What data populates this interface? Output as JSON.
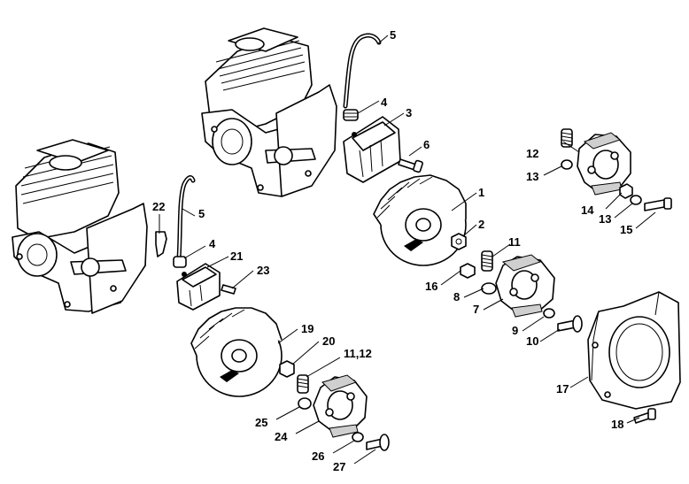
{
  "diagram": {
    "callouts": [
      {
        "id": "c5a",
        "text": "5"
      },
      {
        "id": "c4a",
        "text": "4"
      },
      {
        "id": "c3",
        "text": "3"
      },
      {
        "id": "c6",
        "text": "6"
      },
      {
        "id": "c1",
        "text": "1"
      },
      {
        "id": "c2",
        "text": "2"
      },
      {
        "id": "c11a",
        "text": "11"
      },
      {
        "id": "c16",
        "text": "16"
      },
      {
        "id": "c8",
        "text": "8"
      },
      {
        "id": "c7",
        "text": "7"
      },
      {
        "id": "c12a",
        "text": "12"
      },
      {
        "id": "c13a",
        "text": "13"
      },
      {
        "id": "c14",
        "text": "14"
      },
      {
        "id": "c13b",
        "text": "13"
      },
      {
        "id": "c15",
        "text": "15"
      },
      {
        "id": "c9",
        "text": "9"
      },
      {
        "id": "c10",
        "text": "10"
      },
      {
        "id": "c17",
        "text": "17"
      },
      {
        "id": "c18",
        "text": "18"
      },
      {
        "id": "c22",
        "text": "22"
      },
      {
        "id": "c5b",
        "text": "5"
      },
      {
        "id": "c4b",
        "text": "4"
      },
      {
        "id": "c21",
        "text": "21"
      },
      {
        "id": "c23",
        "text": "23"
      },
      {
        "id": "c19",
        "text": "19"
      },
      {
        "id": "c20",
        "text": "20"
      },
      {
        "id": "c1112",
        "text": "11,12"
      },
      {
        "id": "c25",
        "text": "25"
      },
      {
        "id": "c24",
        "text": "24"
      },
      {
        "id": "c26",
        "text": "26"
      },
      {
        "id": "c27",
        "text": "27"
      }
    ]
  }
}
